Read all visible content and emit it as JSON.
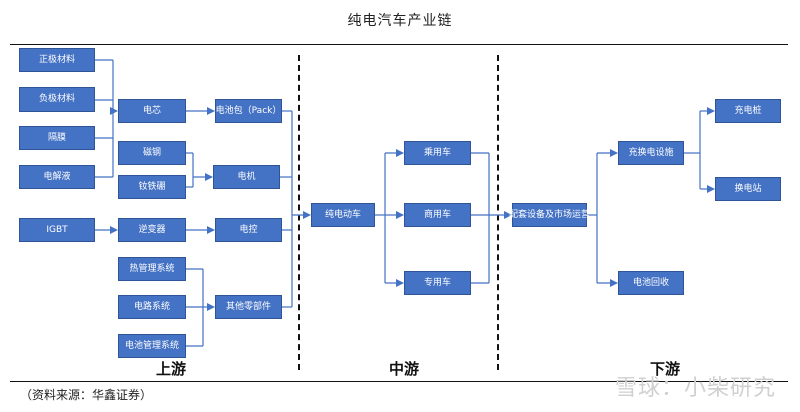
{
  "title": "纯电汽车产业链",
  "source": "（资料来源：华鑫证券）",
  "watermark": "雪球：小柴研究",
  "sections": {
    "upstream": "上游",
    "midstream": "中游",
    "downstream": "下游"
  },
  "nodes": {
    "cathode": "正极材料",
    "anode": "负极材料",
    "separator": "隔膜",
    "electrolyte": "电解液",
    "cell": "电芯",
    "battery_pack": "电池包（Pack）",
    "magnetic_steel": "磁钢",
    "ndfeb": "钕铁硼",
    "motor": "电机",
    "igbt": "IGBT",
    "inverter": "逆变器",
    "electric_control": "电控",
    "thermal_mgmt": "热管理系统",
    "circuit_system": "电路系统",
    "bms": "电池管理系统",
    "other_parts": "其他零部件",
    "bev": "纯电动车",
    "passenger_car": "乘用车",
    "commercial_car": "商用车",
    "special_car": "专用车",
    "supporting_ops": "配套设备及市场运营",
    "charging_swap": "充换电设施",
    "battery_recycling": "电池回收",
    "charging_pile": "充电桩",
    "swap_station": "换电站"
  }
}
